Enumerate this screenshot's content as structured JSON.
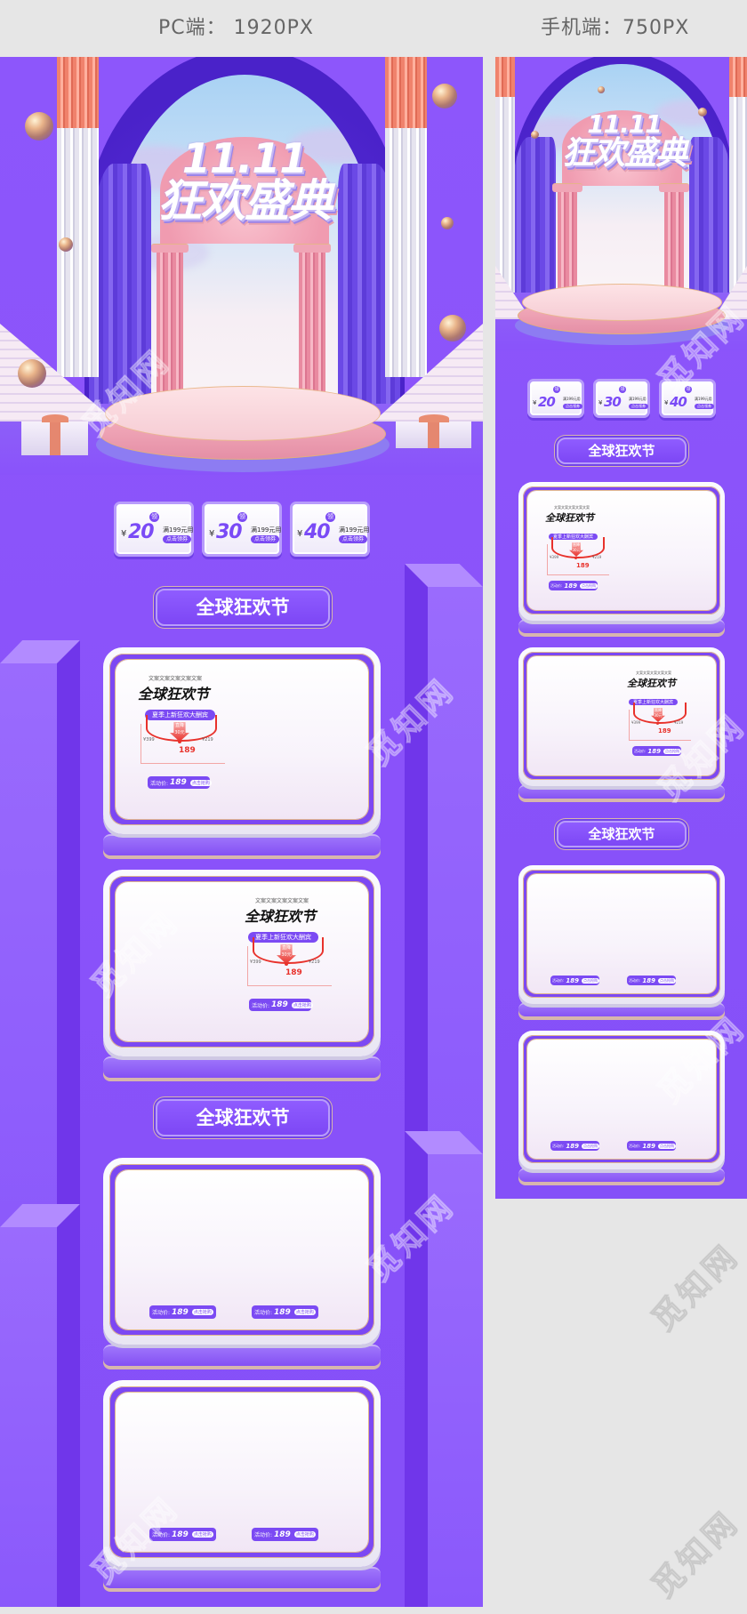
{
  "header": {
    "pc_label": "PC端： 1920PX",
    "mobile_label": "手机端：750PX"
  },
  "hero": {
    "title_line1": "11.11",
    "title_line2": "狂欢盛典"
  },
  "coupons": [
    {
      "tag": "领",
      "currency": "¥",
      "amount": "20",
      "condition": "满199元用",
      "button": "点击领券"
    },
    {
      "tag": "领",
      "currency": "¥",
      "amount": "30",
      "condition": "满199元用",
      "button": "点击领券"
    },
    {
      "tag": "领",
      "currency": "¥",
      "amount": "40",
      "condition": "满199元用",
      "button": "点击领券"
    }
  ],
  "section_title": "全球狂欢节",
  "promo": {
    "subtitle": "文案文案文案文案文案",
    "title": "全球狂欢节",
    "pill": "夏季上新狂欢大酬宾",
    "badge_top": "直降",
    "badge_value": "30元",
    "original_label": "专柜原价",
    "original_price": "¥399",
    "compare_label": "日常价",
    "compare_price": "¥219",
    "activity_label": "活动价¥",
    "activity_price": "189"
  },
  "buy_button": {
    "label": "活动价:",
    "price": "189",
    "action": "点击抢购",
    "icon": "▸"
  },
  "colors": {
    "background": "#e6e6e6",
    "panel": "#8a52fa",
    "accent": "#7b4af3",
    "price_red": "#e8322c"
  },
  "watermark": "觅知网"
}
